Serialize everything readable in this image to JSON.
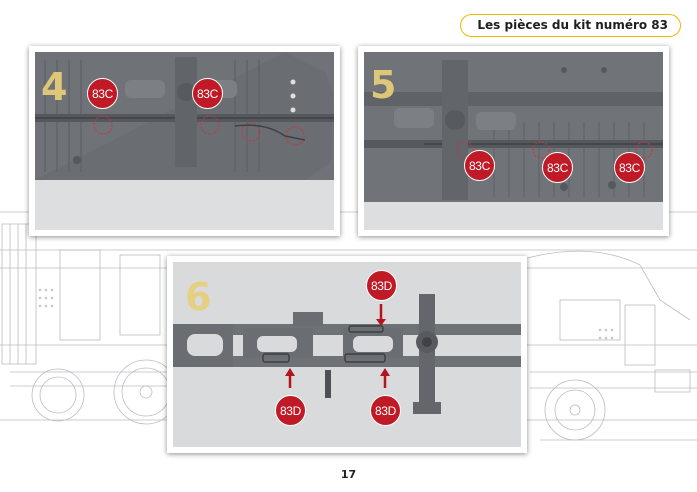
{
  "header": {
    "title": "Les pièces du kit numéro 83"
  },
  "page": {
    "number": "17"
  },
  "colors": {
    "accent": "#f2b705",
    "badge": "#bf1a26",
    "step_number": "#e8cf7a",
    "frame": "#6e7176"
  },
  "steps": [
    {
      "number": "4",
      "labels": [
        "83C",
        "83C"
      ]
    },
    {
      "number": "5",
      "labels": [
        "83C",
        "83C",
        "83C"
      ]
    },
    {
      "number": "6",
      "labels": [
        "83D",
        "83D",
        "83D"
      ]
    }
  ]
}
